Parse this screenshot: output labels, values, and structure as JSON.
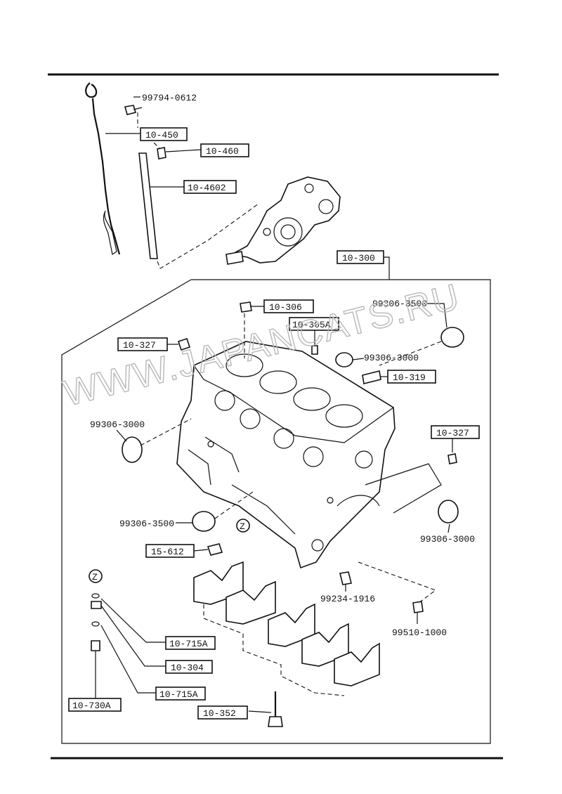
{
  "watermark": "WWW.JAPANCATS.RU",
  "labels": {
    "l_99794_0612": "99794-0612",
    "l_10_450": "10-450",
    "l_10_460": "10-460",
    "l_10_4602": "10-4602",
    "l_10_300": "10-300",
    "l_10_306": "10-306",
    "l_10_305A": "10-305A",
    "l_99306_3500_top": "99306-3500",
    "l_10_327_left": "10-327",
    "l_99306_3000_top": "99306-3000",
    "l_10_319": "10-319",
    "l_99306_3000_left": "99306-3000",
    "l_10_327_right": "10-327",
    "l_99306_3500_left": "99306-3500",
    "l_99306_3000_right": "99306-3000",
    "l_15_612": "15-612",
    "l_99234_1916": "99234-1916",
    "l_99510_1000": "99510-1000",
    "l_10_715A_top": "10-715A",
    "l_10_304": "10-304",
    "l_10_715A_bottom": "10-715A",
    "l_10_730A": "10-730A",
    "l_10_352": "10-352",
    "z_mark": "Z"
  }
}
